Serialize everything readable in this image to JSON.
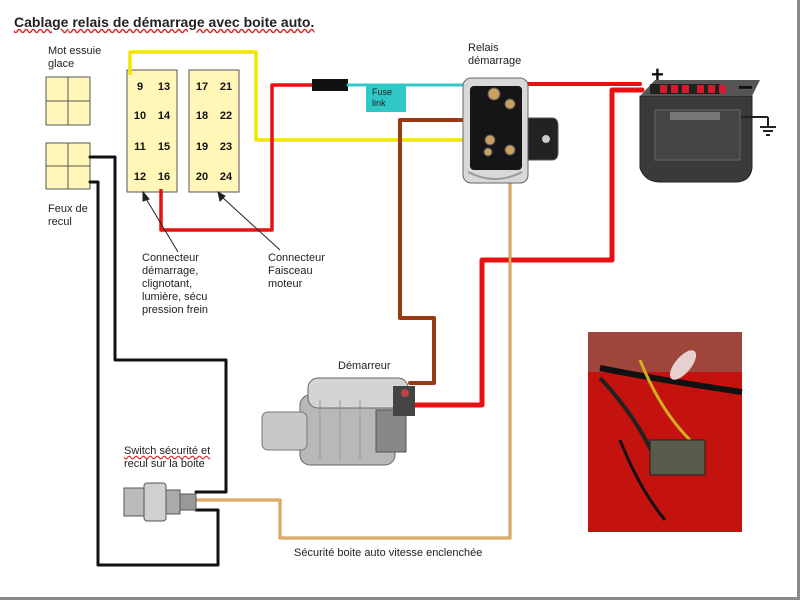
{
  "doc": {
    "title_underlined": "Cablage",
    "title_rest": " relais de démarrage avec boite auto."
  },
  "labels": {
    "wiper_motor": [
      "Mot essuie",
      "glace"
    ],
    "reverse_lights": [
      "Feux de",
      "recul"
    ],
    "relay": [
      "Relais",
      "démarrage"
    ],
    "fuse_link": [
      "Fuse",
      "link"
    ],
    "starter": "Démarreur",
    "connector_start": [
      "Connecteur",
      "démarrage,",
      "clignotant,",
      "lumière, sécu",
      "pression frein"
    ],
    "connector_engine": [
      "Connecteur",
      "Faisceau",
      "moteur"
    ],
    "switch": [
      "Switch sécurité et",
      "recul sur la boite"
    ],
    "gear_safety": "Sécurité boite auto vitesse enclenchée",
    "battery_plus": "+",
    "battery_minus": "−"
  },
  "connector_left_pins": [
    "9",
    "13",
    "10",
    "14",
    "11",
    "15",
    "12",
    "16"
  ],
  "connector_right_pins": [
    "17",
    "21",
    "18",
    "22",
    "19",
    "23",
    "20",
    "24"
  ],
  "colors": {
    "red": "#e81010",
    "yellow": "#f2e600",
    "brown": "#9b3a12",
    "black": "#111111",
    "orange_tan": "#d8a050",
    "cyan": "#30c7c7",
    "pin_fill": "#fff6b8"
  }
}
